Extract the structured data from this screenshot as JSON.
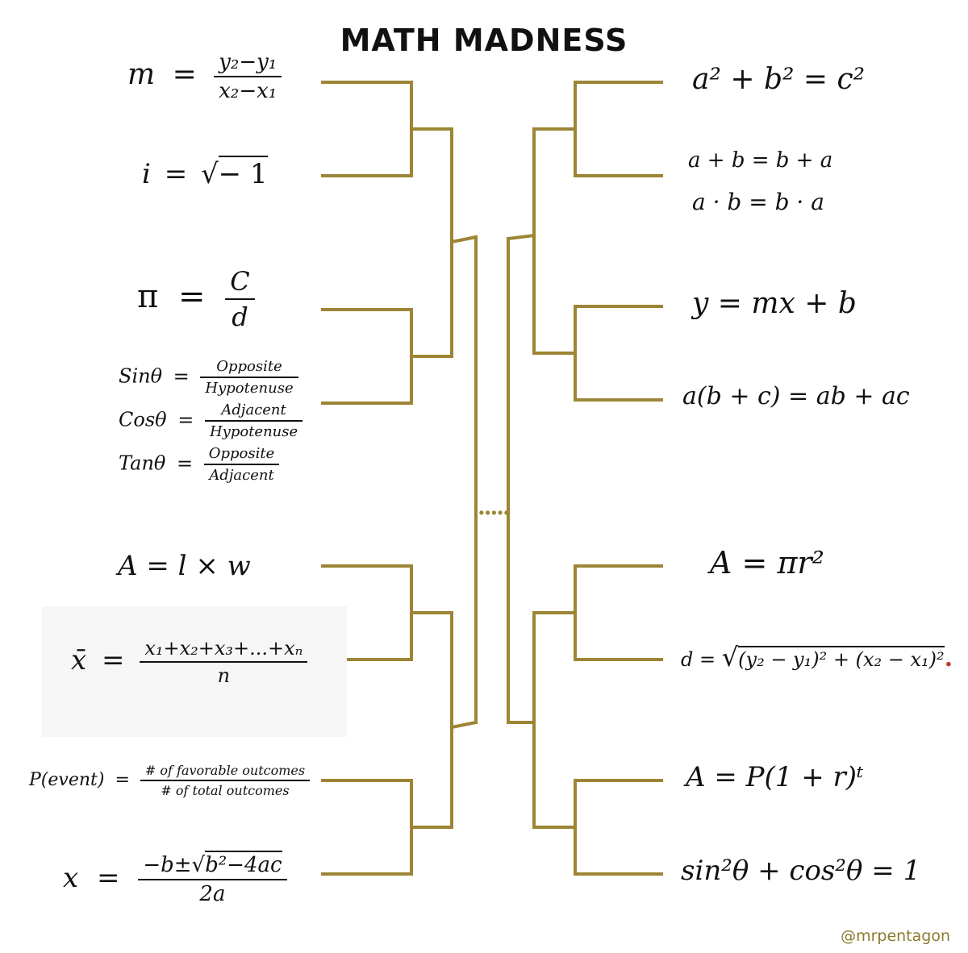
{
  "title": "MATH MADNESS",
  "credit": "@mrpentagon",
  "bracket_color": "#9c8535",
  "left_formulas": {
    "slope": {
      "lhs": "m",
      "eq": "=",
      "num": "y₂−y₁",
      "den": "x₂−x₁"
    },
    "imag": {
      "lhs": "i",
      "eq": "=",
      "root": "√",
      "rad": "− 1"
    },
    "pi": {
      "lhs": "π",
      "eq": "=",
      "num": "C",
      "den": "d"
    },
    "trig": {
      "sin": {
        "lhs": "Sinθ",
        "eq": "=",
        "num": "Opposite",
        "den": "Hypotenuse"
      },
      "cos": {
        "lhs": "Cosθ",
        "eq": "=",
        "num": "Adjacent",
        "den": "Hypotenuse"
      },
      "tan": {
        "lhs": "Tanθ",
        "eq": "=",
        "num": "Opposite",
        "den": "Adjacent"
      }
    },
    "area_rect": {
      "text": "A = l × w"
    },
    "mean": {
      "lhs": "x̄",
      "eq": "=",
      "num": "x₁+x₂+x₃+...+xₙ",
      "den": "n"
    },
    "probability": {
      "lhs": "P(event)",
      "eq": "=",
      "num": "# of favorable outcomes",
      "den": "# of total outcomes"
    },
    "quadratic": {
      "lhs": "x",
      "eq": "=",
      "num_pre": "−b±",
      "root": "√",
      "rad": "b²−4ac",
      "den": "2a"
    }
  },
  "right_formulas": {
    "pythag": {
      "text": "a² +  b² = c²"
    },
    "commute_add": {
      "text": "a + b  =  b + a"
    },
    "commute_mult": {
      "text": "a · b = b · a"
    },
    "line": {
      "text": "y = mx + b"
    },
    "distrib": {
      "text": "a(b + c) = ab + ac"
    },
    "circle": {
      "text": "A =  πr²"
    },
    "distance": {
      "lhs": "d =",
      "root": "√",
      "rad": "(y₂ − y₁)² + (x₂ − x₁)²",
      "dot": "."
    },
    "interest": {
      "text": "A = P(1 + r)ᵗ"
    },
    "pythag_id": {
      "text": "sin²θ + cos²θ = 1"
    }
  },
  "center_dots": "....."
}
